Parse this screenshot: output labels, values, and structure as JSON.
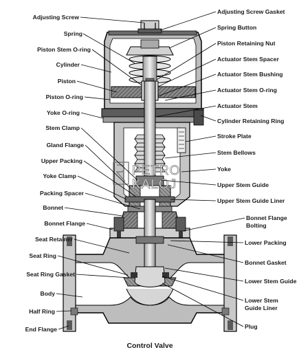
{
  "caption": "Control Valve",
  "watermark": {
    "line1": "PETRO",
    "line2": "KALOJ"
  },
  "labels_left": [
    "Adjusting Screw",
    "Spring",
    "Piston Stem O-ring",
    "Cylinder",
    "Piston",
    "Piston O-ring",
    "Yoke O-ring",
    "Stem Clamp",
    "Gland Flange",
    "Upper Packing",
    "Yoke Clamp",
    "Packing Spacer",
    "Bonnet",
    "Bonnet Flange",
    "Seat Retainer",
    "Seat Ring",
    "Seat Ring Gasket",
    "Body",
    "Half Ring",
    "End Flange"
  ],
  "labels_right": [
    "Adjusting Screw Gasket",
    "Spring Button",
    "Piston Retaining Nut",
    "Actuator Stem Spacer",
    "Actuator Stem Bushing",
    "Actuator Stem O-ring",
    "Actuator Stem",
    "Cylinder Retaining Ring",
    "Stroke Plate",
    "Stem Bellows",
    "Yoke",
    "Upper Stem Guide",
    "Upper Stem Guide Liner",
    "Bonnet Flange",
    "Bolting",
    "Lower Packing",
    "Bonnet Gasket",
    "Lower Stem Guide",
    "Lower Stem",
    "Guide Liner",
    "Plug"
  ]
}
